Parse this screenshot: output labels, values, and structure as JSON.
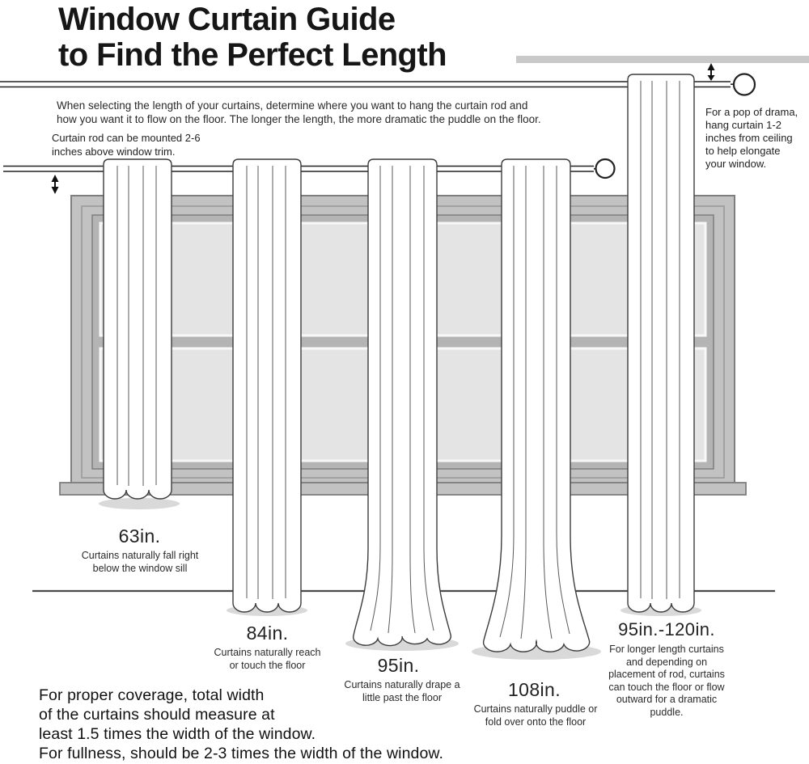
{
  "colors": {
    "ink": "#1c1c1c",
    "frame_gray": "#c2c2c2",
    "mullion_gray": "#b4b4b4",
    "pane_gray": "#e4e4e4",
    "ceiling_gray": "#c9c9c9",
    "shadow_gray": "#d9d9d9"
  },
  "header": {
    "title_line1": "Window Curtain Guide",
    "title_line2": "to Find the Perfect Length"
  },
  "intro_text": "When selecting the length of your curtains, determine where you want to hang the curtain rod and how you want it to flow on the floor. The longer the length, the more dramatic the puddle on the floor.",
  "rod_note": "Curtain rod can be mounted 2-6 inches above window trim.",
  "ceiling_note": "For a pop of drama, hang curtain 1-2 inches from ceiling to help elongate your window.",
  "curtains": [
    {
      "length": "63in.",
      "caption": "Curtains naturally fall right below the window sill"
    },
    {
      "length": "84in.",
      "caption": "Curtains naturally reach or touch the floor"
    },
    {
      "length": "95in.",
      "caption": "Curtains naturally drape a little past the floor"
    },
    {
      "length": "108in.",
      "caption": "Curtains naturally puddle or fold over onto the floor"
    },
    {
      "length": "95in.-120in.",
      "caption": "For longer length curtains and depending on placement of rod, curtains can touch the floor or flow outward for a dramatic puddle."
    }
  ],
  "footer": {
    "line1": "For proper coverage, total width",
    "line2": "of the curtains should measure at",
    "line3": "least 1.5 times the width of the window.",
    "line4": "For fullness, should be 2-3 times the width of the window."
  }
}
